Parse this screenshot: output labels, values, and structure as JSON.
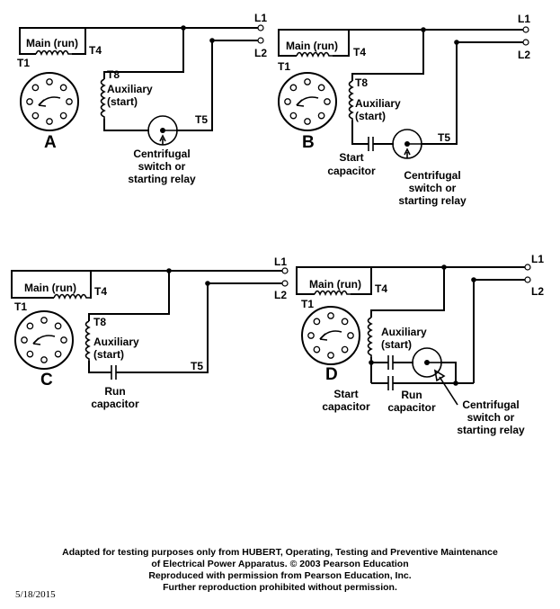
{
  "panels": {
    "A": {
      "letter": "A",
      "L1": "L1",
      "L2": "L2",
      "main": "Main (run)",
      "T1": "T1",
      "T4": "T4",
      "T8": "T8",
      "aux1": "Auxiliary",
      "aux2": "(start)",
      "T5": "T5",
      "switch1": "Centrifugal",
      "switch2": "switch or",
      "switch3": "starting relay"
    },
    "B": {
      "letter": "B",
      "L1": "L1",
      "L2": "L2",
      "main": "Main (run)",
      "T1": "T1",
      "T4": "T4",
      "T8": "T8",
      "aux1": "Auxiliary",
      "aux2": "(start)",
      "T5": "T5",
      "cap1": "Start",
      "cap2": "capacitor",
      "switch1": "Centrifugal",
      "switch2": "switch or",
      "switch3": "starting relay"
    },
    "C": {
      "letter": "C",
      "L1": "L1",
      "L2": "L2",
      "main": "Main (run)",
      "T1": "T1",
      "T4": "T4",
      "T8": "T8",
      "aux1": "Auxiliary",
      "aux2": "(start)",
      "T5": "T5",
      "cap1": "Run",
      "cap2": "capacitor"
    },
    "D": {
      "letter": "D",
      "L1": "L1",
      "L2": "L2",
      "main": "Main (run)",
      "T1": "T1",
      "T4": "T4",
      "aux1": "Auxiliary",
      "aux2": "(start)",
      "startcap1": "Start",
      "startcap2": "capacitor",
      "runcap1": "Run",
      "runcap2": "capacitor",
      "switch1": "Centrifugal",
      "switch2": "switch or",
      "switch3": "starting relay"
    }
  },
  "credit": {
    "line1": "Adapted for testing purposes only from HUBERT, Operating, Testing and Preventive Maintenance",
    "line2": "of Electrical Power Apparatus. © 2003 Pearson Education",
    "line3": "Reproduced with permission from Pearson Education, Inc.",
    "line4": "Further reproduction prohibited without permission."
  },
  "date": "5/18/2015"
}
